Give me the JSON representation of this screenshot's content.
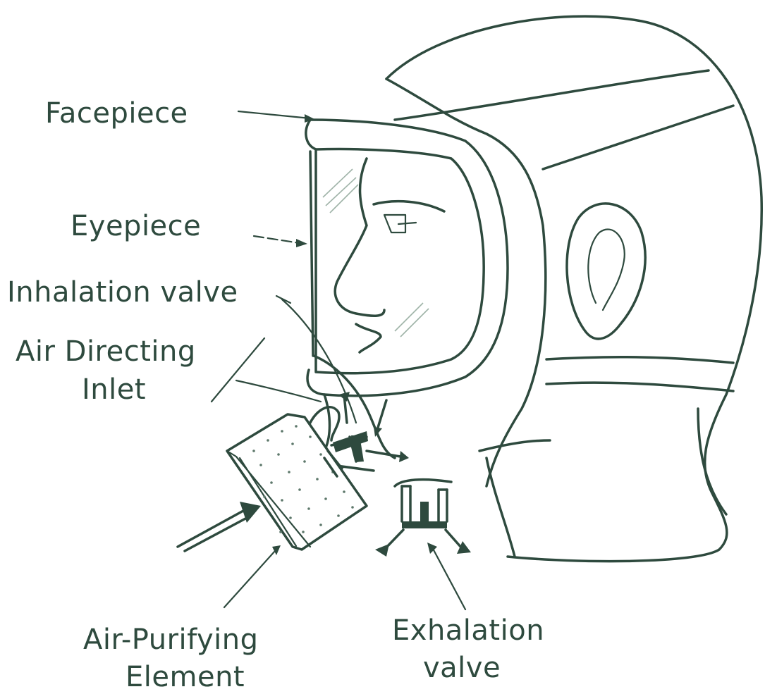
{
  "labels": {
    "facepiece": "Facepiece",
    "eyepiece": "Eyepiece",
    "inhalation_valve": "Inhalation valve",
    "air_directing_inlet_line1": "Air Directing",
    "air_directing_inlet_line2": "Inlet",
    "air_purifying_element_line1": "Air-Purifying",
    "air_purifying_element_line2": "Element",
    "exhalation_valve_line1": "Exhalation",
    "exhalation_valve_line2": "valve"
  },
  "colors": {
    "ink": "#2e4a3e",
    "background": "#ffffff"
  }
}
